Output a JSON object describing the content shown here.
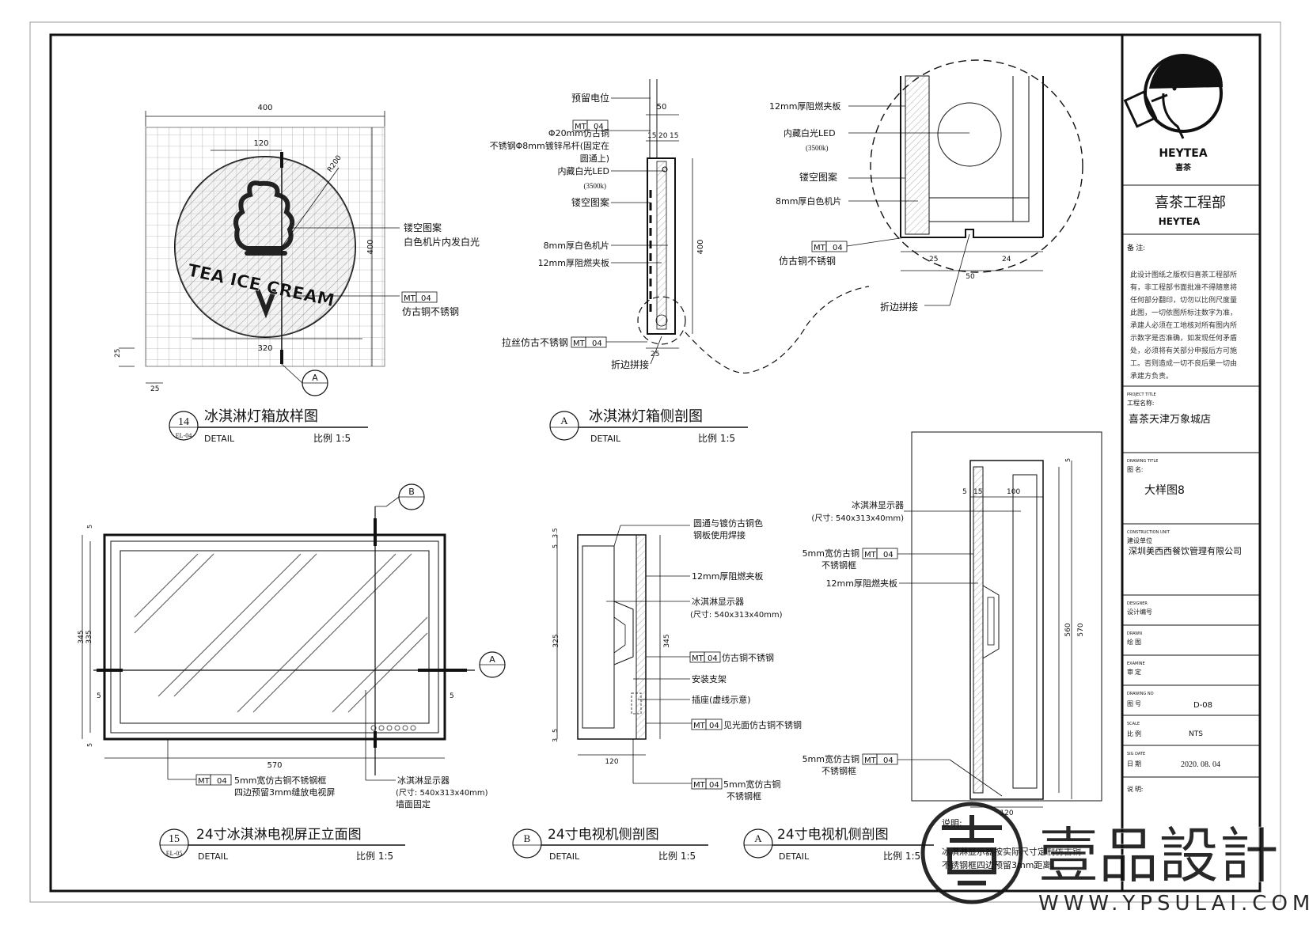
{
  "brand": {
    "logo_text": "HEYTEA",
    "logo_sub": "喜茶",
    "dept": "喜茶工程部",
    "dept_en": "HEYTEA"
  },
  "titleblock": {
    "remarks_label": "备 注:",
    "remarks_text": "此设计图纸之版权归喜茶工程部所有，非工程部书面批准不得随意将任何部分翻印，切勿以比例尺度量此图，一切依图所标注数字为准，承建人必须在工地核对所有图内所示数字是否准确，如发现任何矛盾处，必须将有关部分申报后方可施工。否则造成一切不良后果一切由承建方负责。",
    "project_title_en": "PROJECT TITLE",
    "project_label": "工程名称:",
    "project_name": "喜茶天津万象城店",
    "drawing_title_en": "DRAWING TITLE",
    "drawing_label": "图 名:",
    "drawing_name": "大样图8",
    "construction_en": "CONSTRUCTION UNIT",
    "construction_label": "建设单位",
    "construction_name": "深圳美西西餐饮管理有限公司",
    "designer_en": "DESIGNER",
    "designer_label": "设计编号",
    "drawn_en": "DRAWN",
    "drawn_label": "绘 图",
    "examine_en": "EXAMINE",
    "examine_label": "审 定",
    "drawing_no_en": "DRAWING NO",
    "drawing_no_label": "图 号",
    "drawing_no": "D-08",
    "scale_en": "SCALE",
    "scale_label": "比 例",
    "scale": "NTS",
    "date_en": "SIG DATE",
    "date_label": "日 期",
    "date": "2020. 08. 04",
    "notes_label": "说 明:"
  },
  "detail14": {
    "num": "14",
    "ref": "EL-04",
    "title": "冰淇淋灯箱放样图",
    "sub": "DETAIL",
    "scale": "比例  1:5",
    "dims": {
      "w": "400",
      "w2": "120",
      "r": "R200",
      "h": "400",
      "b": "320",
      "m1": "25",
      "m2": "25"
    },
    "logo_text": "TEA ICE CREAM",
    "callout1a": "镂空图案",
    "callout1b": "白色机片内发白光",
    "mt_code": "MT",
    "mt_num": "04",
    "callout2": "仿古铜不锈钢",
    "section_tag": "A"
  },
  "detailA1": {
    "letter": "A",
    "title": "冰淇淋灯箱侧剖图",
    "sub": "DETAIL",
    "scale": "比例  1:5",
    "labels": {
      "l1": "预留电位",
      "l2": "Φ20mm仿古铜",
      "l3": "不锈钢Φ8mm镀锌吊杆(固定在",
      "l3b": "圆通上)",
      "l4": "内藏白光LED",
      "l4b": "(3500k)",
      "l5": "镂空图案",
      "l6": "8mm厚白色机片",
      "l7": "12mm厚阻燃夹板",
      "l8": "拉丝仿古不锈钢",
      "l9": "折边拼接"
    },
    "dims": {
      "top": "50",
      "a": "15",
      "b": "20",
      "c": "15",
      "h": "400",
      "bottom": "25"
    },
    "mt_code": "MT",
    "mt_num": "04"
  },
  "zoom": {
    "l1": "12mm厚阻燃夹板",
    "l2": "内藏白光LED",
    "l2b": "(3500k)",
    "l3": "镂空图案",
    "l4": "8mm厚白色机片",
    "l5": "仿古铜不锈钢",
    "l6": "折边拼接",
    "mt_code": "MT",
    "mt_num": "04",
    "dims": {
      "a": "25",
      "b": "24",
      "c": "50"
    }
  },
  "detail15": {
    "num": "15",
    "ref": "EL-05",
    "title": "24寸冰淇淋电视屏正立面图",
    "sub": "DETAIL",
    "scale": "比例  1:5",
    "dims": {
      "w": "570",
      "h1": "345",
      "h2": "335",
      "m": "5",
      "m2": "5",
      "m3": "5",
      "m4": "5"
    },
    "callout1a": "5mm宽仿古铜不锈钢框",
    "callout1b": "四边预留3mm缝放电视屏",
    "callout2a": "冰淇淋显示器",
    "callout2b": "(尺寸: 540x313x40mm)",
    "callout2c": "墙面固定",
    "mt_code": "MT",
    "mt_num": "04",
    "tag_b": "B",
    "tag_a": "A"
  },
  "detailB": {
    "letter": "B",
    "title": "24寸电视机侧剖图",
    "sub": "DETAIL",
    "scale": "比例  1:5",
    "labels": {
      "l1a": "圆通与镀仿古铜色",
      "l1b": "钢板使用焊接",
      "l2": "12mm厚阻燃夹板",
      "l3a": "冰淇淋显示器",
      "l3b": "(尺寸: 540x313x40mm)",
      "l4": "仿古铜不锈钢",
      "l5": "安装支架",
      "l6": "插座(虚线示意)",
      "l7": "见光面仿古铜不锈钢",
      "l8a": "5mm宽仿古铜",
      "l8b": "不锈钢框"
    },
    "dims": {
      "top1": "3.5",
      "top2": "5",
      "h1": "325",
      "h2": "345",
      "bot1": "5",
      "bot2": "3",
      "w": "120"
    },
    "mt_code": "MT",
    "mt_num": "04"
  },
  "detailA2": {
    "letter": "A",
    "title": "24寸电视机侧剖图",
    "sub": "DETAIL",
    "scale": "比例  1:5",
    "labels": {
      "l1a": "冰淇淋显示器",
      "l1b": "(尺寸: 540x313x40mm)",
      "l2a": "5mm宽仿古铜",
      "l2b": "不锈钢框",
      "l3": "12mm厚阻燃夹板",
      "l4a": "5mm宽仿古铜",
      "l4b": "不锈钢框"
    },
    "dims": {
      "a": "5",
      "b": "15",
      "c": "100",
      "top": "5",
      "h1": "560",
      "h2": "570",
      "w": "120"
    },
    "mt_code": "MT",
    "mt_num": "04",
    "note_label": "说明:",
    "note_l1": "冰淇淋显示器按实际尺寸定制仿古铜",
    "note_l2": "不锈钢框四边预留3mm距离。"
  },
  "watermark": {
    "text": "壹品設計",
    "url": "WWW.YPSULAI.COM"
  }
}
